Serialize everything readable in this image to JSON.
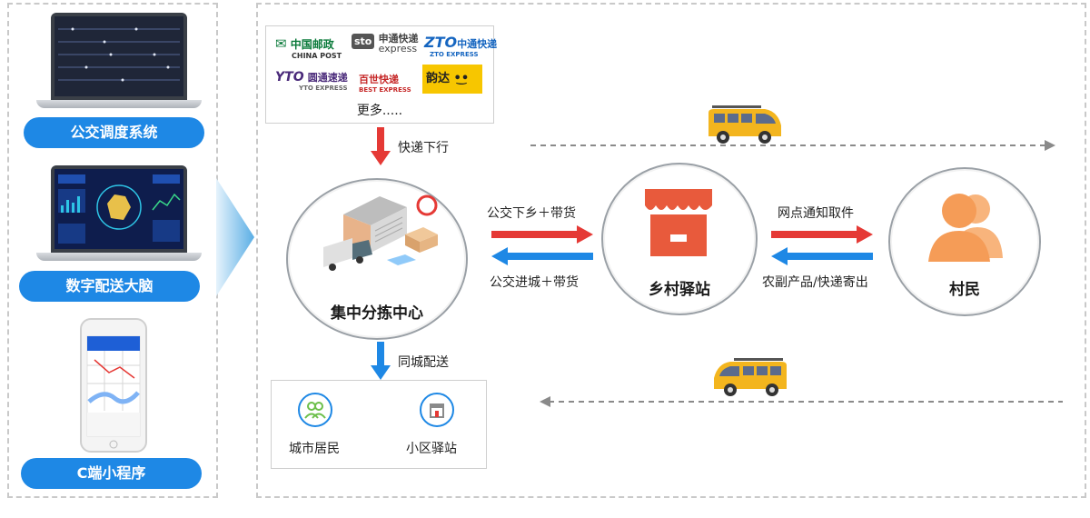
{
  "left_panel": {
    "systems": [
      {
        "label": "公交调度系统",
        "icon": "laptop-dashboard"
      },
      {
        "label": "数字配送大脑",
        "icon": "laptop-map-dashboard"
      },
      {
        "label": "C端小程序",
        "icon": "phone-map-app"
      }
    ]
  },
  "couriers": {
    "logos": [
      {
        "name": "中国邮政",
        "sub": "CHINA POST",
        "color": "#0a7a3a"
      },
      {
        "name": "申通快递",
        "sub": "express",
        "badge": "sto",
        "color": "#444444"
      },
      {
        "name": "中通快递",
        "sub": "ZTO EXPRESS",
        "badge": "ZTO",
        "color": "#1565c0"
      },
      {
        "name": "圆通速递",
        "sub": "YTO EXPRESS",
        "badge": "YTO",
        "color": "#4a2a7a"
      },
      {
        "name": "百世快递",
        "sub": "BEST EXPRESS",
        "color": "#c62828"
      },
      {
        "name": "韵达",
        "color": "#222222",
        "bg": "#f7c600"
      }
    ],
    "more": "更多....."
  },
  "flows": {
    "down_label": "快递下行",
    "city_label": "同城配送",
    "to_station": "公交下乡＋带货",
    "to_hub": "公交进城＋带货",
    "notify": "网点通知取件",
    "send": "农副产品/快递寄出"
  },
  "nodes": {
    "hub": "集中分拣中心",
    "station": "乡村驿站",
    "villagers": "村民"
  },
  "city": {
    "residents": "城市居民",
    "community_station": "小区驿站"
  },
  "colors": {
    "red_arrow": "#e53935",
    "blue_arrow": "#1e88e5",
    "pill": "#1e88e5",
    "station_red": "#e85a3c",
    "villager_orange": "#f59c57",
    "bus_yellow": "#f3b51e"
  }
}
